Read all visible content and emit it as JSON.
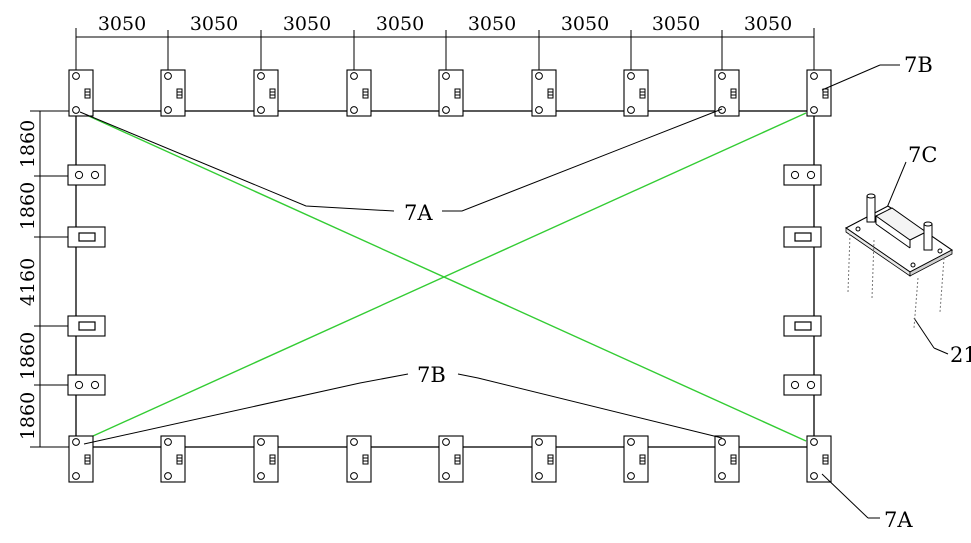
{
  "drawing": {
    "top_dimensions": [
      "3050",
      "3050",
      "3050",
      "3050",
      "3050",
      "3050",
      "3050",
      "3050"
    ],
    "left_dimensions": [
      "1860",
      "1860",
      "4160",
      "1860",
      "1860"
    ],
    "labels": {
      "top_right_7b": "7B",
      "center_7a": "7A",
      "center_7b": "7B",
      "bottom_right_7a": "7A",
      "detail_7c": "7C",
      "detail_21": "21"
    },
    "colors": {
      "line": "#000000",
      "bracing": "#33cc33"
    }
  }
}
